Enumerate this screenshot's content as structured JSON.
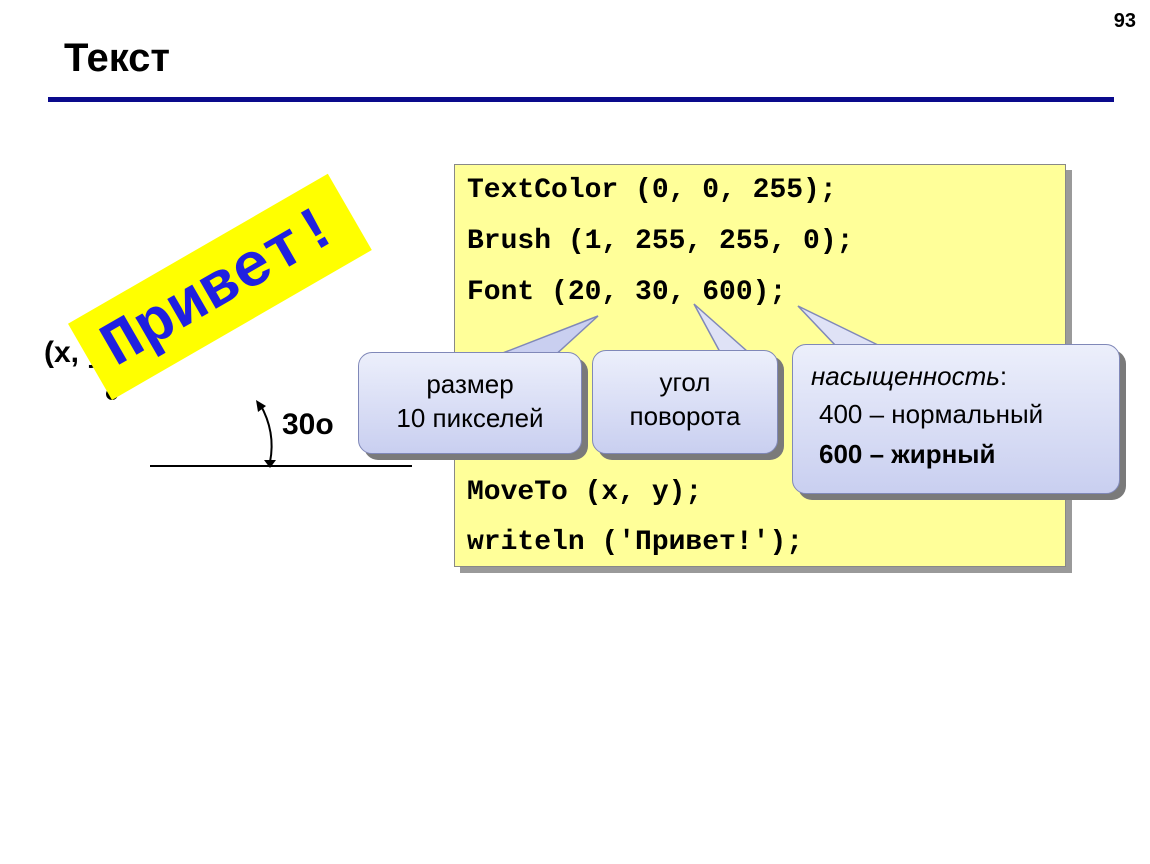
{
  "page_number": "93",
  "title": "Текст",
  "code": {
    "line1": "TextColor (0, 0, 255);",
    "line2": "Brush (1, 255, 255, 0);",
    "line3": "Font (20, 30, 600);",
    "line4": "MoveTo (x, y);",
    "line5": "writeln ('Привет!');"
  },
  "illustration": {
    "coordinates_label": "(x, y)",
    "banner_text": "Привет!",
    "angle_label": "30o",
    "banner_color": "#ffff00",
    "banner_text_color": "#2020e0"
  },
  "callouts": {
    "size": {
      "line1": "размер",
      "line2": "10 пикселей"
    },
    "angle": {
      "line1": "угол",
      "line2": "поворота"
    },
    "weight": {
      "heading": "насыщенность",
      "heading_suffix": ":",
      "line1": "400 – нормальный",
      "line2": "600 – жирный"
    }
  },
  "colors": {
    "title_rule": "#0a0a8c",
    "code_background": "#ffff99"
  }
}
